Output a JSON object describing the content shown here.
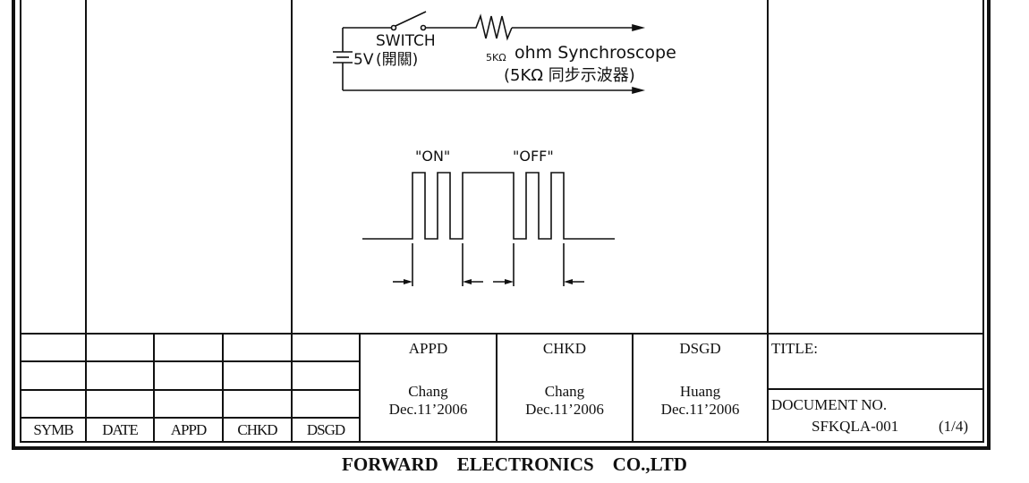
{
  "circuit": {
    "battery_label": "5V",
    "switch_label": "SWITCH",
    "switch_label_cn": "(開關)",
    "resistor_prefix": "5KΩ",
    "resistor_label": "ohm Synchroscope",
    "resistor_label_cn": "(5KΩ 同步示波器)"
  },
  "waveform": {
    "on_label": "\"ON\"",
    "off_label": "\"OFF\""
  },
  "revision_table": {
    "headers": [
      "SYMB",
      "DATE",
      "APPD",
      "CHKD",
      "DSGD"
    ],
    "rows": [
      [
        "",
        "",
        "",
        "",
        ""
      ],
      [
        "",
        "",
        "",
        "",
        ""
      ],
      [
        "",
        "",
        "",
        "",
        ""
      ]
    ]
  },
  "approvals": [
    {
      "role": "APPD",
      "name": "Chang",
      "date": "Dec.11’2006"
    },
    {
      "role": "CHKD",
      "name": "Chang",
      "date": "Dec.11’2006"
    },
    {
      "role": "DSGD",
      "name": "Huang",
      "date": "Dec.11’2006"
    }
  ],
  "title_block": {
    "title_label": "TITLE:",
    "title_value": "",
    "doc_no_label": "DOCUMENT NO.",
    "doc_no_value": "SFKQLA-001",
    "page": "(1/4)"
  },
  "company": "FORWARD    ELECTRONICS    CO.,LTD"
}
